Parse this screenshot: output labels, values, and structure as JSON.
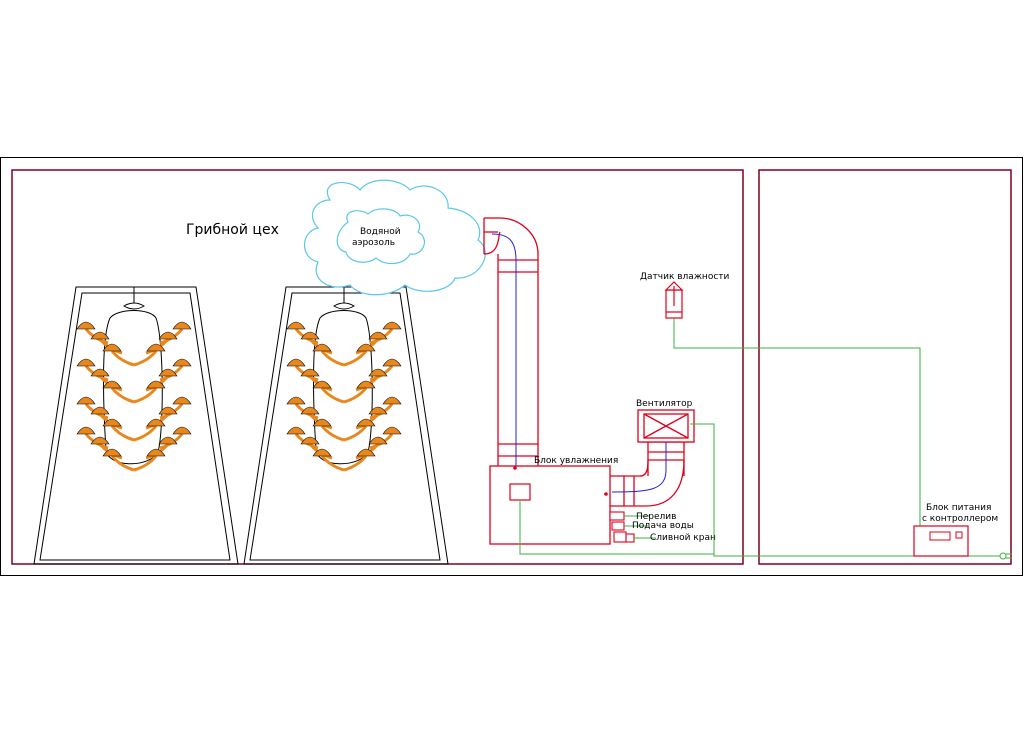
{
  "title": "Грибной цех",
  "aerosol_line1": "Водяной",
  "aerosol_line2": "аэрозоль",
  "humidity_sensor": "Датчик влажности",
  "fan": "Вентилятор",
  "humidifier_block": "Блок увлажнения",
  "overflow": "Перелив",
  "water_supply": "Подача воды",
  "drain_valve": "Сливной кран",
  "power_block_line1": "Блок питания",
  "power_block_line2": "с контроллером",
  "colors": {
    "red": "#e0001b",
    "green": "#3cb043",
    "blue": "#2020e0",
    "cloud": "#5bc8e8",
    "mushroom": "#e8871e",
    "frame": "#800020",
    "outline": "#000000"
  }
}
